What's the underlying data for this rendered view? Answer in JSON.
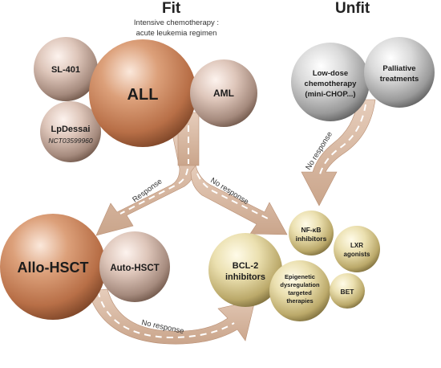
{
  "headings": {
    "fit": "Fit",
    "unfit": "Unfit"
  },
  "fit_subtitle": {
    "line1": "Intensive chemotherapy :",
    "line2": "acute leukemia regimen"
  },
  "nodes": {
    "sl401": "SL-401",
    "all": "ALL",
    "aml": "AML",
    "lpdessai": "LpDessai",
    "nct": "NCT03599960",
    "low_dose_1": "Low-dose",
    "low_dose_2": "chemotherapy",
    "low_dose_3": "(mini-CHOP...)",
    "palliative_1": "Palliative",
    "palliative_2": "treatments",
    "allo_hsct": "Allo-HSCT",
    "auto_hsct": "Auto-HSCT",
    "nfkb_1": "NF-κB",
    "nfkb_2": "inhibitors",
    "lxr_1": "LXR",
    "lxr_2": "agonists",
    "bcl2_1": "BCL-2",
    "bcl2_2": "inhibitors",
    "epi_1": "Epigenetic",
    "epi_2": "dysregulation",
    "epi_3": "targeted",
    "epi_4": "therapies",
    "bet": "BET"
  },
  "arrow_labels": {
    "response": "Response",
    "no_response_1": "No response",
    "no_response_2": "No response",
    "no_response_3": "No response"
  },
  "colors": {
    "copper": "#c98a63",
    "silver": "#cfcfcf",
    "gold": "#e3d9a8",
    "arrow": "#d9bba5"
  }
}
